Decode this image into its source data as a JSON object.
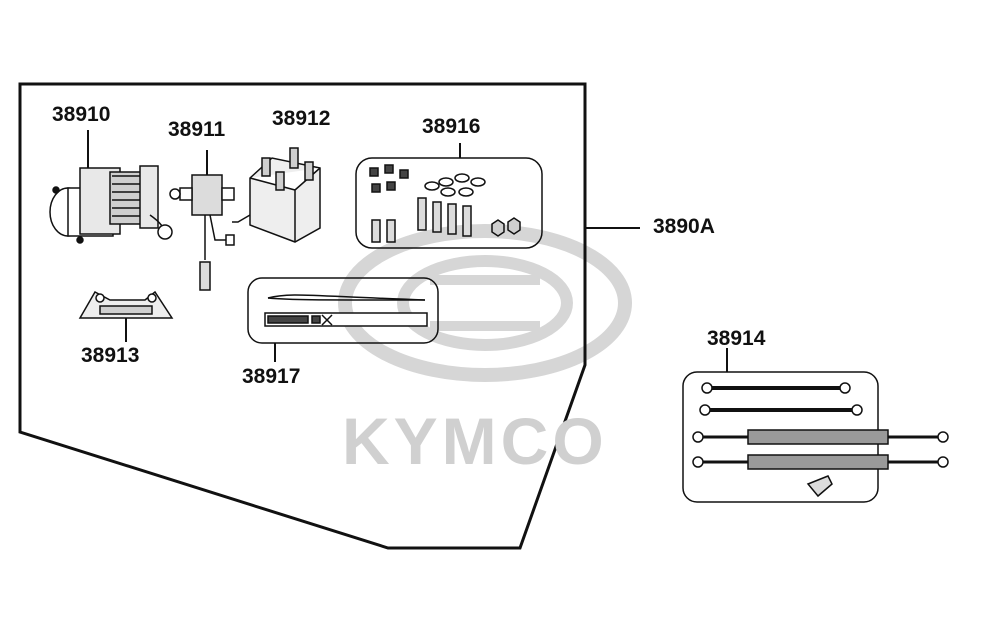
{
  "watermark": {
    "brand": "KYMCO"
  },
  "assembly": {
    "part_number": "3890A"
  },
  "parts": [
    {
      "number": "38910"
    },
    {
      "number": "38911"
    },
    {
      "number": "38912"
    },
    {
      "number": "38916"
    },
    {
      "number": "38913"
    },
    {
      "number": "38917"
    },
    {
      "number": "38914"
    }
  ],
  "colors": {
    "line": "#111111",
    "watermark": "#d0d0d0"
  }
}
